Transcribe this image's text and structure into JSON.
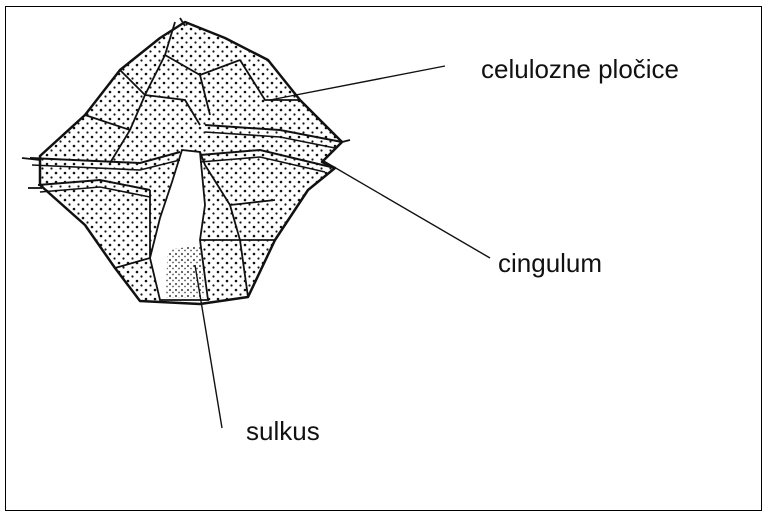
{
  "labels": {
    "plates": "celulozne pločice",
    "cingulum": "cingulum",
    "sulkus": "sulkus"
  },
  "colors": {
    "ink": "#111111",
    "paper": "#ffffff"
  }
}
